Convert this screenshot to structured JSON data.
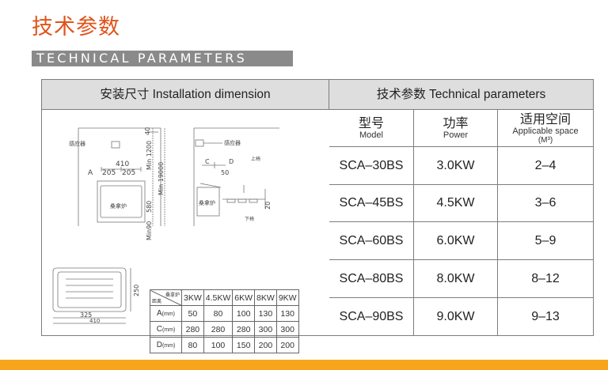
{
  "heading": {
    "cn": "技术参数",
    "en": "TECHNICAL PARAMETERS"
  },
  "left_panel": {
    "header": "安装尺寸 Installation dimension",
    "drawing_labels": {
      "sensor_left": "感应器",
      "sensor_right": "感应器",
      "dim_40": "40",
      "dim_410": "410",
      "a": "A",
      "dim_205a": "205",
      "dim_205b": "205",
      "min1200": "Min 1200",
      "min19000": "Min 19000",
      "dim_580": "580",
      "min90": "Min90",
      "stove_left": "桑拿炉",
      "stove_right": "桑拿炉",
      "c": "C",
      "d": "D",
      "dim_50": "50",
      "dim_20": "20",
      "upper_bench": "上椅",
      "lower_bench": "下椅",
      "dim_250": "250",
      "dim_325": "325",
      "dim_410b": "410"
    },
    "mini_table": {
      "corner_top": "桑拿炉",
      "corner_bottom": "距离",
      "columns": [
        "3KW",
        "4.5KW",
        "6KW",
        "8KW",
        "9KW"
      ],
      "rows": [
        {
          "label": "A",
          "unit": "(mm)",
          "values": [
            "50",
            "80",
            "100",
            "130",
            "130"
          ]
        },
        {
          "label": "C",
          "unit": "(mm)",
          "values": [
            "280",
            "280",
            "280",
            "300",
            "300"
          ]
        },
        {
          "label": "D",
          "unit": "(mm)",
          "values": [
            "80",
            "100",
            "150",
            "200",
            "200"
          ]
        }
      ]
    }
  },
  "right_panel": {
    "header": "技术参数 Technical parameters",
    "columns": [
      {
        "cn": "型号",
        "en": "Model",
        "unit": ""
      },
      {
        "cn": "功率",
        "en": "Power",
        "unit": ""
      },
      {
        "cn": "适用空间",
        "en": "Applicable space",
        "unit": "(M³)"
      }
    ],
    "rows": [
      {
        "model": "SCA–30BS",
        "power": "3.0KW",
        "space": "2–4"
      },
      {
        "model": "SCA–45BS",
        "power": "4.5KW",
        "space": "3–6"
      },
      {
        "model": "SCA–60BS",
        "power": "6.0KW",
        "space": "5–9"
      },
      {
        "model": "SCA–80BS",
        "power": "8.0KW",
        "space": "8–12"
      },
      {
        "model": "SCA–90BS",
        "power": "9.0KW",
        "space": "9–13"
      }
    ]
  },
  "colors": {
    "accent_orange": "#e0541b",
    "bar_gray": "#8a8a8a",
    "header_gray": "#dedede",
    "bottom_bar": "#f7a51c"
  }
}
